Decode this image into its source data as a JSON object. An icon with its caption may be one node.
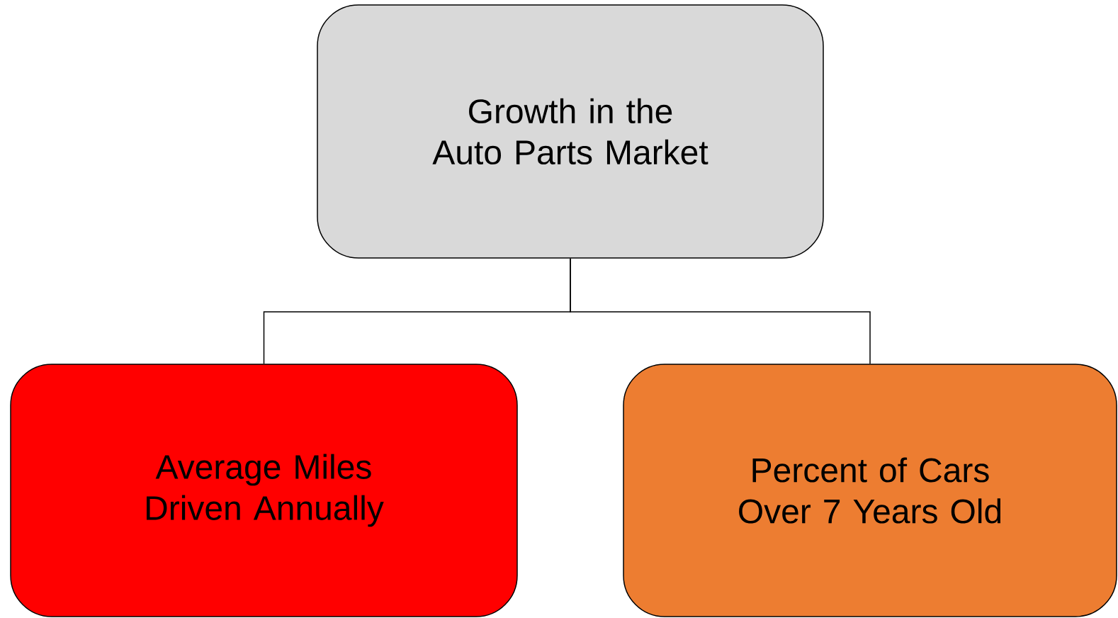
{
  "diagram": {
    "nodes": [
      {
        "text": [
          "Growth in the Auto Parts Market"
        ]
      },
      {
        "text": [
          "Average Miles Driven Annually"
        ]
      },
      {
        "text": [
          "Percent of Cars Over 7 Years Old"
        ]
      }
    ],
    "edges": [
      {
        "from": 0,
        "to": 1,
        "arrow": "none"
      },
      {
        "from": 0,
        "to": 2,
        "arrow": "none"
      }
    ]
  }
}
